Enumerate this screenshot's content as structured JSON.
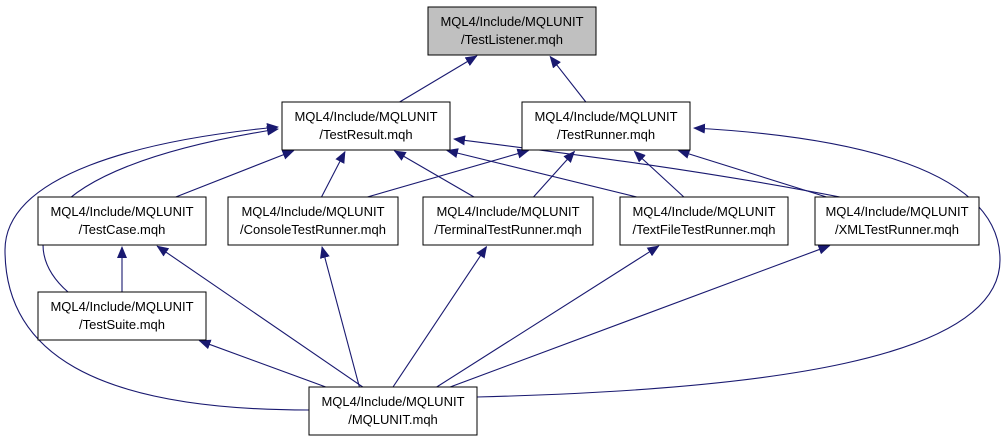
{
  "colors": {
    "edge": "#191970",
    "highlight_fill": "#c0c0c0",
    "node_fill": "#ffffff",
    "node_border": "#000000"
  },
  "nodes": [
    {
      "id": "listener",
      "line1": "MQL4/Include/MQLUNIT",
      "line2": "/TestListener.mqh",
      "highlight": true
    },
    {
      "id": "result",
      "line1": "MQL4/Include/MQLUNIT",
      "line2": "/TestResult.mqh"
    },
    {
      "id": "runner",
      "line1": "MQL4/Include/MQLUNIT",
      "line2": "/TestRunner.mqh"
    },
    {
      "id": "testcase",
      "line1": "MQL4/Include/MQLUNIT",
      "line2": "/TestCase.mqh"
    },
    {
      "id": "console",
      "line1": "MQL4/Include/MQLUNIT",
      "line2": "/ConsoleTestRunner.mqh"
    },
    {
      "id": "terminal",
      "line1": "MQL4/Include/MQLUNIT",
      "line2": "/TerminalTestRunner.mqh"
    },
    {
      "id": "textfile",
      "line1": "MQL4/Include/MQLUNIT",
      "line2": "/TextFileTestRunner.mqh"
    },
    {
      "id": "xml",
      "line1": "MQL4/Include/MQLUNIT",
      "line2": "/XMLTestRunner.mqh"
    },
    {
      "id": "suite",
      "line1": "MQL4/Include/MQLUNIT",
      "line2": "/TestSuite.mqh"
    },
    {
      "id": "mqlunit",
      "line1": "MQL4/Include/MQLUNIT",
      "line2": "/MQLUNIT.mqh"
    }
  ],
  "edges": [
    {
      "from": "result",
      "to": "listener"
    },
    {
      "from": "runner",
      "to": "listener"
    },
    {
      "from": "testcase",
      "to": "result"
    },
    {
      "from": "console",
      "to": "result"
    },
    {
      "from": "terminal",
      "to": "result"
    },
    {
      "from": "textfile",
      "to": "result"
    },
    {
      "from": "xml",
      "to": "result"
    },
    {
      "from": "suite",
      "to": "result"
    },
    {
      "from": "mqlunit",
      "to": "result"
    },
    {
      "from": "console",
      "to": "runner"
    },
    {
      "from": "terminal",
      "to": "runner"
    },
    {
      "from": "textfile",
      "to": "runner"
    },
    {
      "from": "xml",
      "to": "runner"
    },
    {
      "from": "mqlunit",
      "to": "runner"
    },
    {
      "from": "suite",
      "to": "testcase"
    },
    {
      "from": "mqlunit",
      "to": "testcase"
    },
    {
      "from": "mqlunit",
      "to": "console"
    },
    {
      "from": "mqlunit",
      "to": "terminal"
    },
    {
      "from": "mqlunit",
      "to": "textfile"
    },
    {
      "from": "mqlunit",
      "to": "xml"
    },
    {
      "from": "mqlunit",
      "to": "suite"
    }
  ]
}
